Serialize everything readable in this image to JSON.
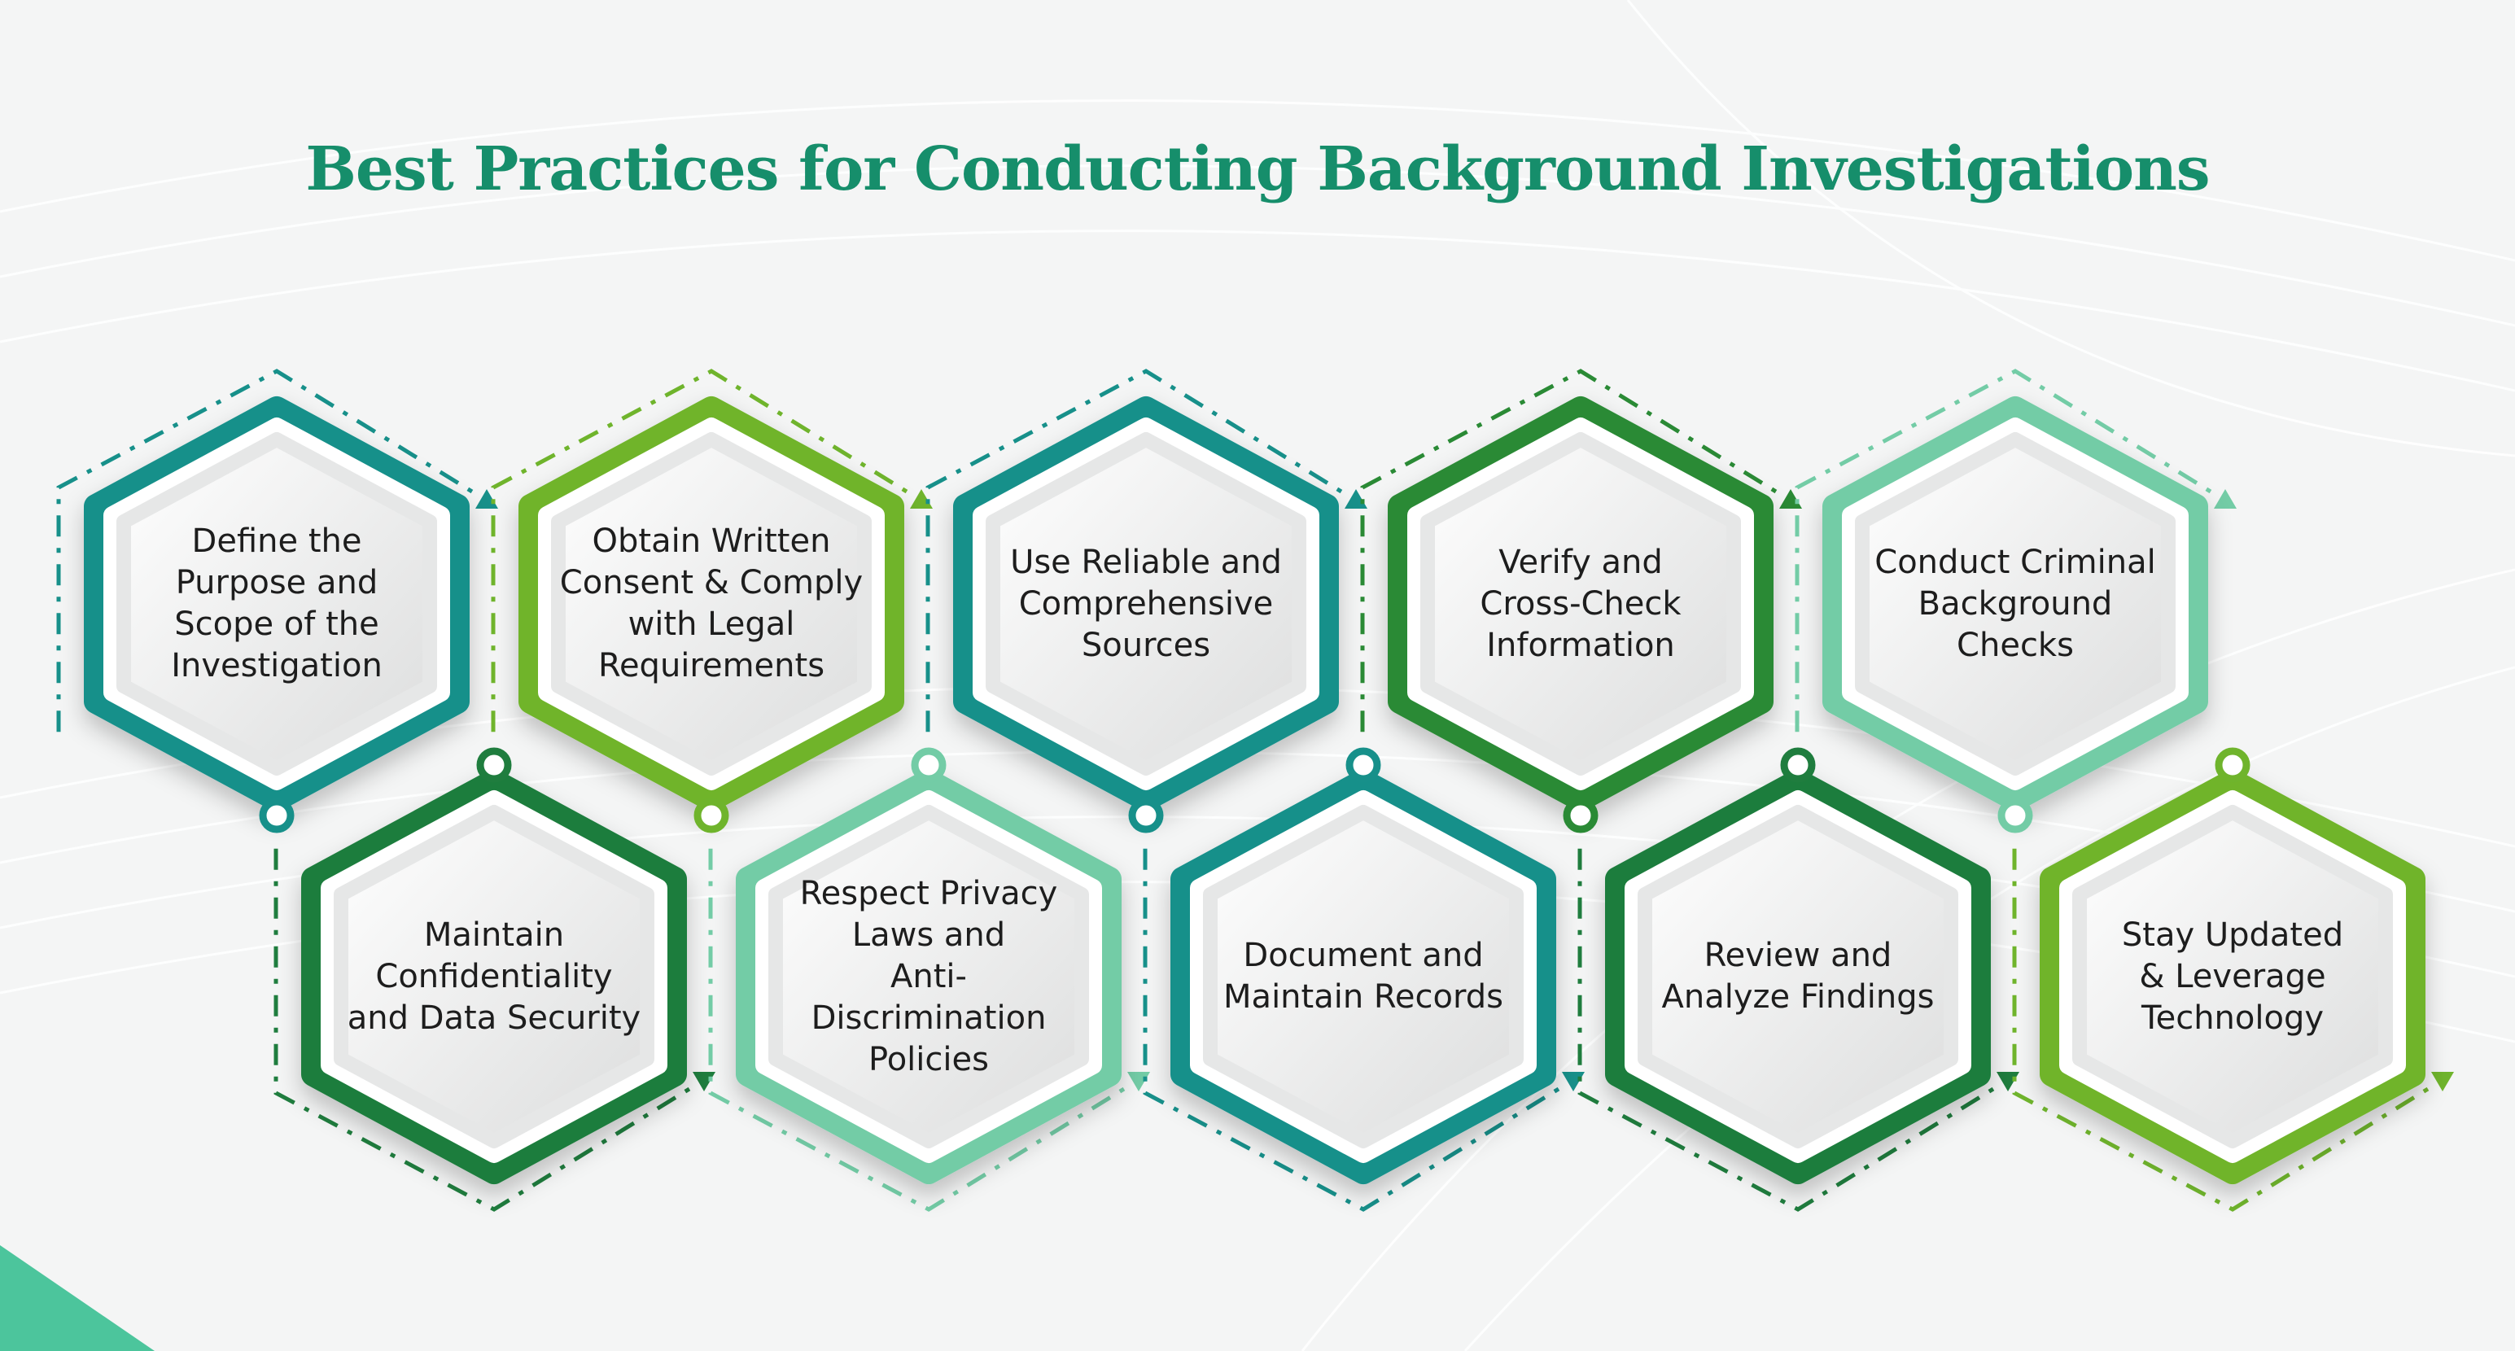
{
  "title": "Best Practices for Conducting Background Investigations",
  "steps": [
    {
      "label": "Define the\nPurpose and\nScope of the\nInvestigation",
      "color": "#17908a"
    },
    {
      "label": "Maintain\nConfidentiality\nand Data Security",
      "color": "#1f7d3e"
    },
    {
      "label": "Obtain Written\nConsent & Comply\nwith Legal\nRequirements",
      "color": "#6fb42c"
    },
    {
      "label": "Respect Privacy\nLaws and\nAnti-Discrimination\nPolicies",
      "color": "#73cca6"
    },
    {
      "label": "Use Reliable and\nComprehensive\nSources",
      "color": "#17908a"
    },
    {
      "label": "Document and\nMaintain Records",
      "color": "#17908a"
    },
    {
      "label": "Verify and\nCross-Check\nInformation",
      "color": "#2a8a35"
    },
    {
      "label": "Review and\nAnalyze Findings",
      "color": "#1f7d3e"
    },
    {
      "label": "Conduct Criminal\nBackground\nChecks",
      "color": "#73cca6"
    },
    {
      "label": "Stay Updated\n& Leverage\nTechnology",
      "color": "#6fb42c"
    }
  ],
  "colors": {
    "title": "#168e6b",
    "accent": "#4cc59c"
  }
}
